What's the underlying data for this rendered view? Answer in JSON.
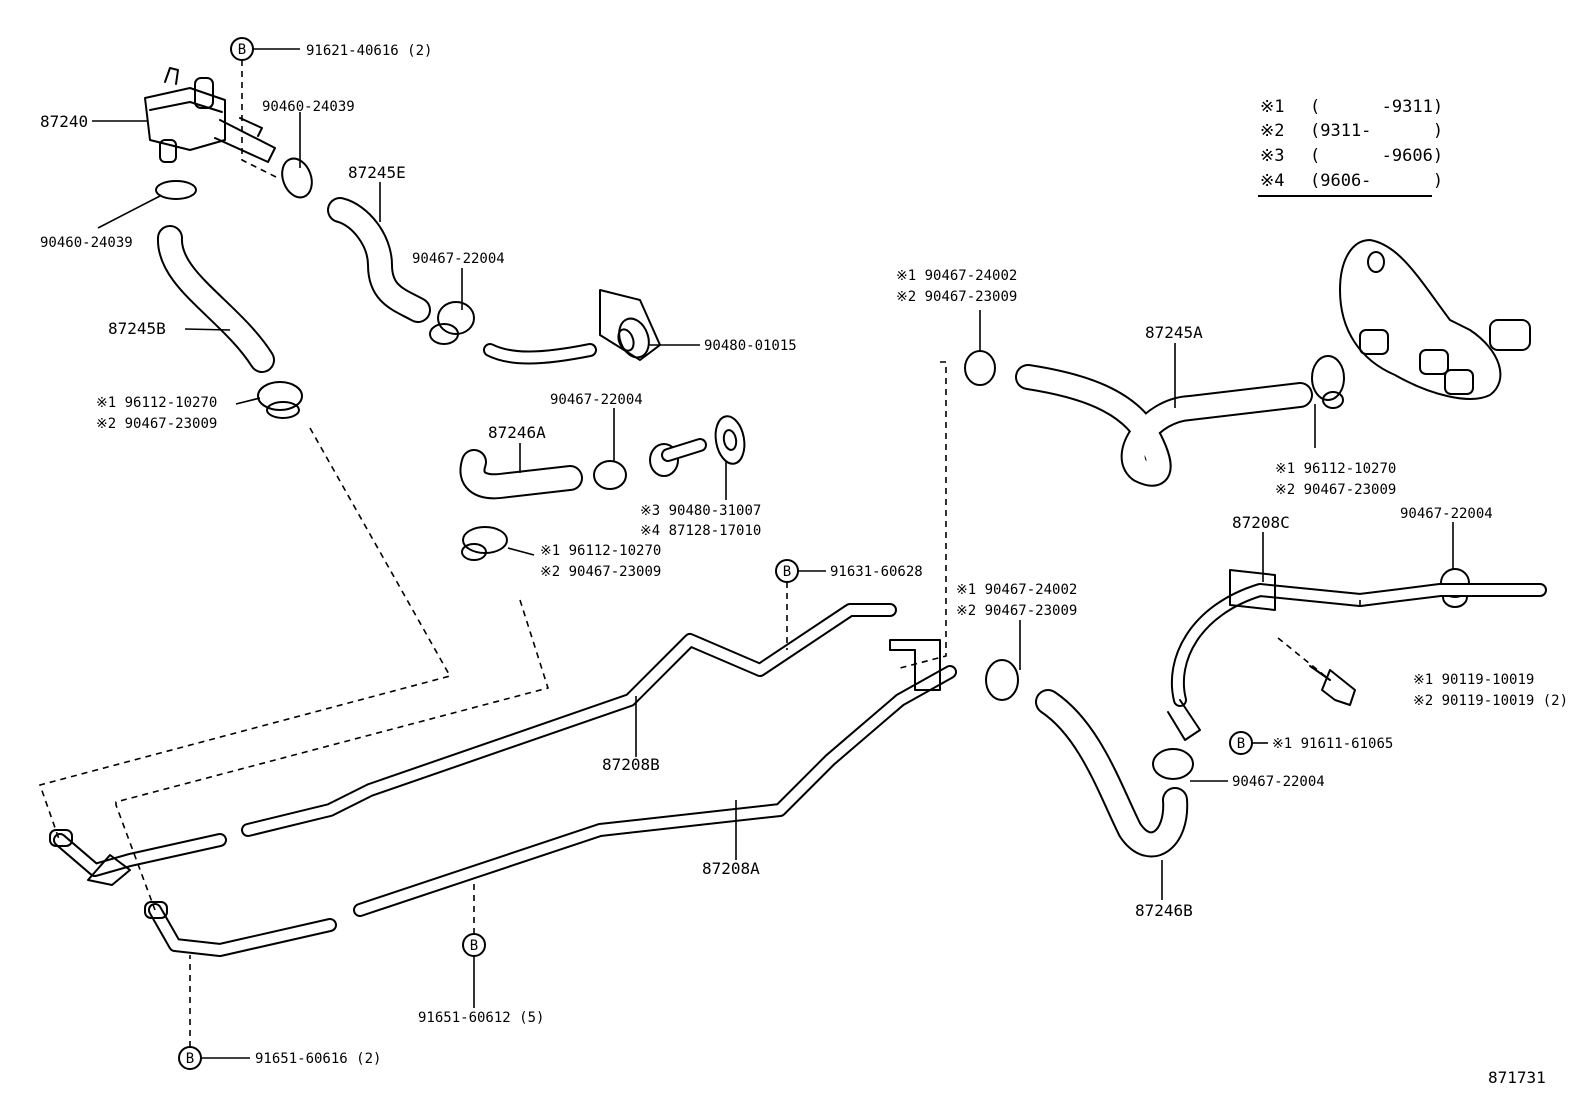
{
  "legend": [
    {
      "mark": "※1",
      "range": "(      -9311)"
    },
    {
      "mark": "※2",
      "range": "(9311-      )"
    },
    {
      "mark": "※3",
      "range": "(      -9606)"
    },
    {
      "mark": "※4",
      "range": "(9606-      )"
    }
  ],
  "bolt_mark": "B",
  "labels": {
    "p87240": "87240",
    "p91621": "91621-40616 (2)",
    "p90460_top": "90460-24039",
    "p90460_left": "90460-24039",
    "p87245E": "87245E",
    "p90467_22004_a": "90467-22004",
    "p87245B": "87245B",
    "p90480_01015": "90480-01015",
    "p96112_a1": "※1 96112-10270",
    "p96112_a2": "※2 90467-23009",
    "p90467_22004_b": "90467-22004",
    "p87246A": "87246A",
    "p90480_31007": "※3  90480-31007",
    "p87128": "※4  87128-17010",
    "p96112_b1": "※1  96112-10270",
    "p96112_b2": "※2  90467-23009",
    "p91631": "91631-60628",
    "p87208B": "87208B",
    "p87208A": "87208A",
    "p91651_60612": "91651-60612 (5)",
    "p91651_60616": "91651-60616 (2)",
    "p24002_a1": "※1 90467-24002",
    "p24002_a2": "※2 90467-23009",
    "p87245A": "87245A",
    "p96112_c1": "※1 96112-10270",
    "p96112_c2": "※2 90467-23009",
    "p24002_b1": "※1 90467-24002",
    "p24002_b2": "※2 90467-23009",
    "p87208C": "87208C",
    "p90467_22004_c": "90467-22004",
    "p90119_1": "※1  90119-10019",
    "p90119_2": "※2  90119-10019 (2)",
    "p91611": "※1  91611-61065",
    "p90467_22004_d": "90467-22004",
    "p87246B": "87246B",
    "figure_no": "871731"
  }
}
